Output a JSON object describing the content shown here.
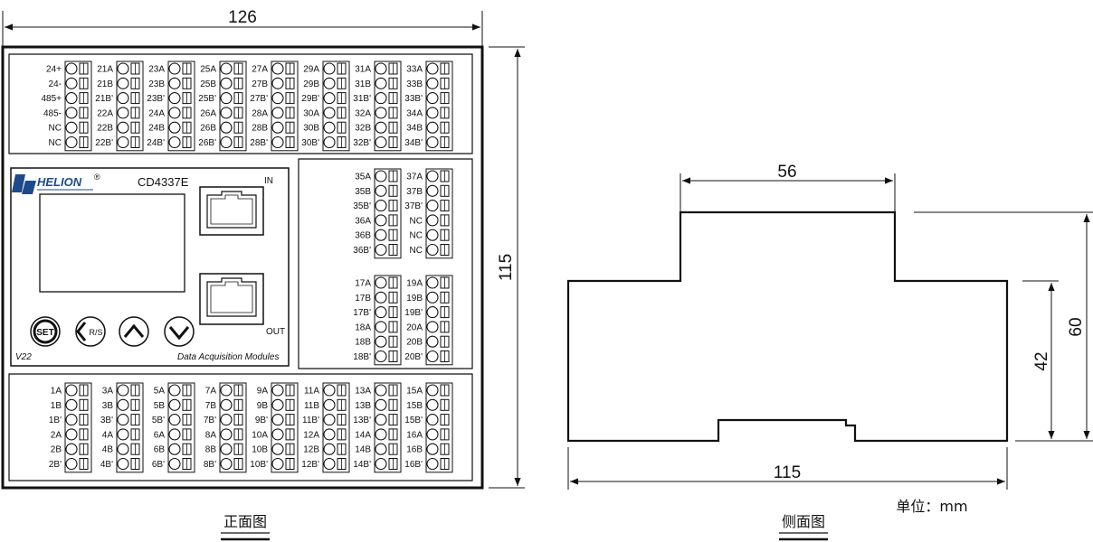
{
  "front_view": {
    "width_dim": "126",
    "height_dim": "115",
    "caption": "正面图",
    "panel": {
      "brand": "HELION",
      "registered": "®",
      "model": "CD4337E",
      "port_in": "IN",
      "port_out": "OUT",
      "version": "V22",
      "subtitle": "Data Acquisition Modules",
      "buttons": [
        {
          "name": "set-button",
          "label": "SET"
        },
        {
          "name": "rs-button",
          "label": "R/S"
        },
        {
          "name": "up-button",
          "label": ""
        },
        {
          "name": "down-button",
          "label": ""
        }
      ]
    },
    "terminals": {
      "top": [
        [
          "24+",
          "24-",
          "485+",
          "485-",
          "NC",
          "NC"
        ],
        [
          "21A",
          "21B",
          "21B'",
          "22A",
          "22B",
          "22B'"
        ],
        [
          "23A",
          "23B",
          "23B'",
          "24A",
          "24B",
          "24B'"
        ],
        [
          "25A",
          "25B",
          "25B'",
          "26A",
          "26B",
          "26B'"
        ],
        [
          "27A",
          "27B",
          "27B'",
          "28A",
          "28B",
          "28B'"
        ],
        [
          "29A",
          "29B",
          "29B'",
          "30A",
          "30B",
          "30B'"
        ],
        [
          "31A",
          "31B",
          "31B'",
          "32A",
          "32B",
          "32B'"
        ],
        [
          "33A",
          "33B",
          "33B'",
          "34A",
          "34B",
          "34B'"
        ]
      ],
      "middle_upper": [
        [
          "35A",
          "35B",
          "35B'",
          "36A",
          "36B",
          "36B'"
        ],
        [
          "37A",
          "37B",
          "37B'",
          "NC",
          "NC",
          "NC"
        ]
      ],
      "middle_lower": [
        [
          "17A",
          "17B",
          "17B'",
          "18A",
          "18B",
          "18B'"
        ],
        [
          "19A",
          "19B",
          "19B'",
          "20A",
          "20B",
          "20B'"
        ]
      ],
      "bottom": [
        [
          "1A",
          "1B",
          "1B'",
          "2A",
          "2B",
          "2B'"
        ],
        [
          "3A",
          "3B",
          "3B'",
          "4A",
          "4B",
          "4B'"
        ],
        [
          "5A",
          "5B",
          "5B'",
          "6A",
          "6B",
          "6B'"
        ],
        [
          "7A",
          "7B",
          "7B'",
          "8A",
          "8B",
          "8B'"
        ],
        [
          "9A",
          "9B",
          "9B'",
          "10A",
          "10B",
          "10B'"
        ],
        [
          "11A",
          "11B",
          "11B'",
          "12A",
          "12B",
          "12B'"
        ],
        [
          "13A",
          "13B",
          "13B'",
          "14A",
          "14B",
          "14B'"
        ],
        [
          "15A",
          "15B",
          "15B'",
          "16A",
          "16B",
          "16B'"
        ]
      ]
    }
  },
  "side_view": {
    "top_width_dim": "56",
    "bottom_width_dim": "115",
    "height_dim": "60",
    "inner_height_dim": "42",
    "unit": "单位：mm",
    "caption": "侧面图"
  }
}
